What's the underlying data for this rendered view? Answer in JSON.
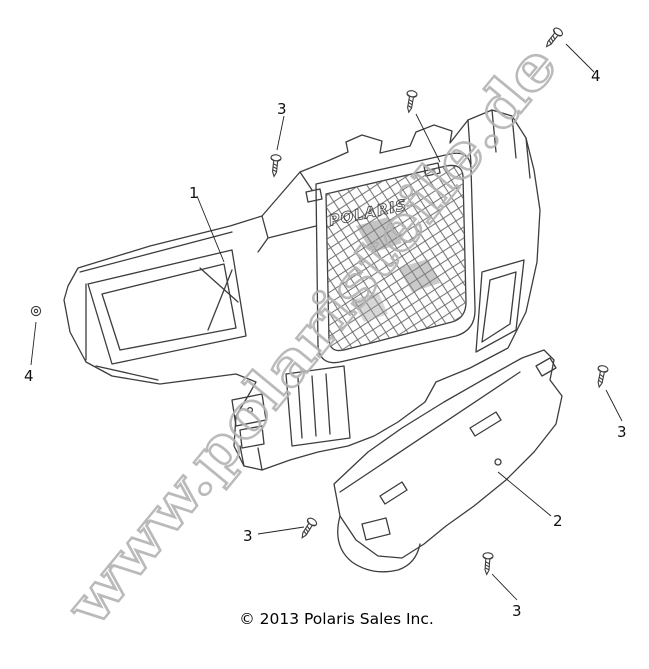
{
  "watermark": "www.polaristeile.de",
  "copyright": "© 2013 Polaris Sales Inc.",
  "brand_label": "POLARIS",
  "callouts": {
    "part1": "1",
    "part2": "2",
    "part3": "3",
    "part4": "4"
  }
}
